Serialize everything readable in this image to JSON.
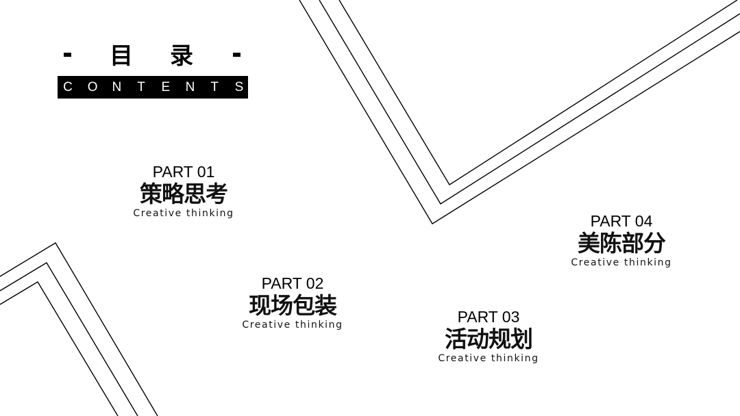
{
  "title": {
    "left_dash": "-",
    "char1": "目",
    "char2": "录",
    "right_dash": "-",
    "subtitle_letters": [
      "C",
      "O",
      "N",
      "T",
      "E",
      "N",
      "T",
      "S"
    ]
  },
  "parts": [
    {
      "number": "PART 01",
      "title": "策略思考",
      "subtitle": "Creative thinking"
    },
    {
      "number": "PART 02",
      "title": "现场包装",
      "subtitle": "Creative thinking"
    },
    {
      "number": "PART 03",
      "title": "活动规划",
      "subtitle": "Creative thinking"
    },
    {
      "number": "PART 04",
      "title": "美陈部分",
      "subtitle": "Creative thinking"
    }
  ],
  "colors": {
    "background": "#ffffff",
    "ink": "#000000",
    "bar_text": "#ffffff"
  }
}
